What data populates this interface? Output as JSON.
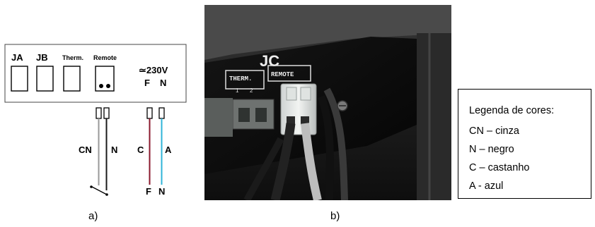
{
  "panel_a": {
    "caption": "a)",
    "box_labels": [
      "JA",
      "JB",
      "Therm.",
      "Remote"
    ],
    "voltage": "≃230V",
    "f_label": "F",
    "n_label": "N",
    "wire_left_labels": [
      "CN",
      "N"
    ],
    "wire_right_labels": [
      "C",
      "A"
    ],
    "bottom_f": "F",
    "bottom_n": "N",
    "colors": {
      "grey_wire": "#9a9a9a",
      "black_wire": "#1a1a1a",
      "brown_wire": "#8b1a2e",
      "blue_wire": "#2fb4d8"
    }
  },
  "panel_b": {
    "caption": "b)",
    "panel_label": "JC",
    "therm_label": "THERM.",
    "remote_label": "REMOTE",
    "pin1": "1",
    "pin2": "2"
  },
  "legend": {
    "title": "Legenda de cores:",
    "items": [
      "CN – cinza",
      "N – negro",
      "C – castanho",
      "A - azul"
    ]
  }
}
